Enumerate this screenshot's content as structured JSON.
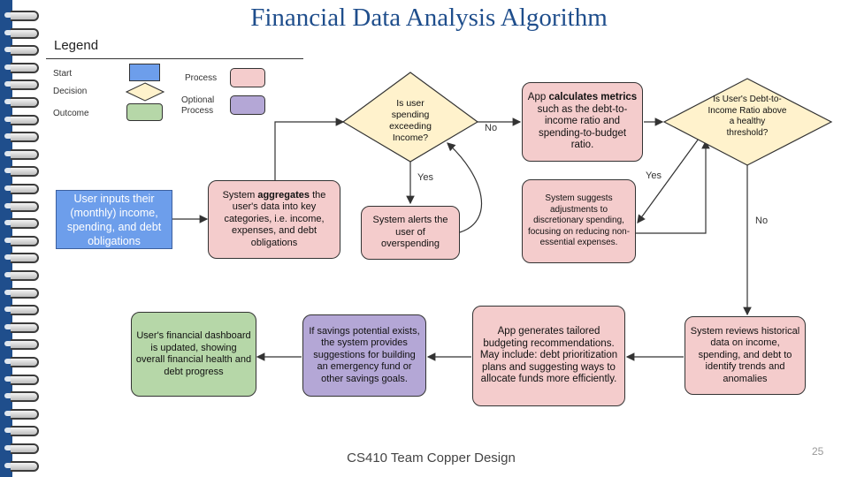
{
  "title": "Financial Data Analysis Algorithm",
  "legend": {
    "title": "Legend",
    "start": "Start",
    "decision": "Decision",
    "outcome": "Outcome",
    "process": "Process",
    "optional_process": "Optional Process"
  },
  "nodes": {
    "start_input": "User inputs their (monthly) income, spending, and debt obligations",
    "aggregate_pre": "System ",
    "aggregate_bold": "aggregates",
    "aggregate_post": " the user's data into key categories, i.e. income, expenses, and debt obligations",
    "alert": "System alerts the user of overspending",
    "decision_spending": "Is user spending exceeding Income?",
    "calc_pre": "App ",
    "calc_bold": "calculates metrics",
    "calc_post": " such as the debt-to-income ratio and spending-to-budget ratio.",
    "decision_ratio": "Is User's Debt-to-Income Ratio above a healthy threshold?",
    "suggest_adjust": "System suggests adjustments to discretionary spending, focusing on reducing non-essential expenses.",
    "review": "System reviews historical data on income, spending, and debt to identify trends and anomalies",
    "recommend": "App generates tailored budgeting recommendations. May include: debt prioritization plans and suggesting ways to allocate funds more efficiently.",
    "savings": "If savings potential exists, the system provides suggestions for building an emergency fund or other savings goals.",
    "dashboard": "User's financial dashboard is updated, showing overall financial health and debt progress"
  },
  "edge_labels": {
    "yes_spending": "Yes",
    "no_spending": "No",
    "yes_ratio": "Yes",
    "no_ratio": "No"
  },
  "colors": {
    "start": "#6d9eeb",
    "process": "#f4cccc",
    "decision": "#fff2cc",
    "outcome": "#b6d7a8",
    "optional": "#b4a7d6",
    "title": "#1f4e8c"
  },
  "footer": "CS410 Team Copper Design",
  "page_number": "25"
}
